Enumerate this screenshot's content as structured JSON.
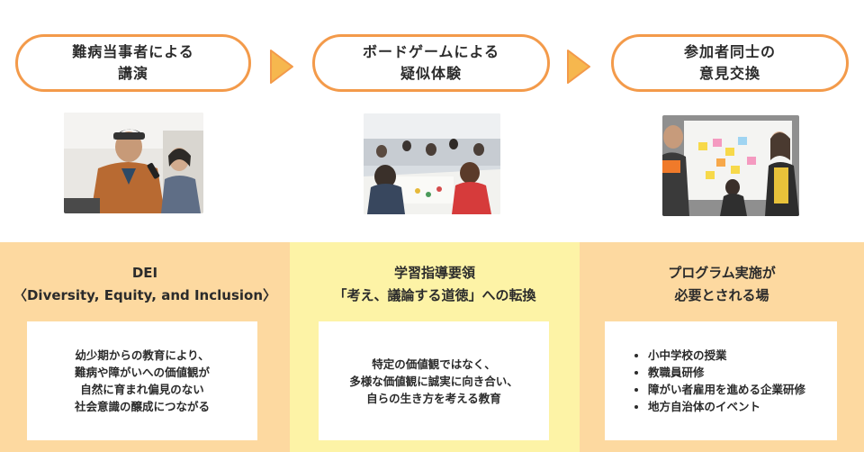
{
  "steps": [
    {
      "line1": "難病当事者による",
      "line2": "講演"
    },
    {
      "line1": "ボードゲームによる",
      "line2": "疑似体験"
    },
    {
      "line1": "参加者同士の",
      "line2": "意見交換"
    }
  ],
  "columns": [
    {
      "title_line1": "DEI",
      "title_line2": "〈Diversity, Equity, and Inclusion〉",
      "body": [
        "幼少期からの教育により、",
        "難病や障がいへの価値観が",
        "自然に育まれ偏見のない",
        "社会意識の醸成につながる"
      ],
      "bg": "#fdd9a0"
    },
    {
      "title_line1": "学習指導要領",
      "title_line2": "「考え、議論する道徳」への転換",
      "body": [
        "特定の価値観ではなく、",
        "多様な価値観に誠実に向き合い、",
        "自らの生き方を考える教育"
      ],
      "bg": "#fdf3a6"
    },
    {
      "title_line1": "プログラム実施が",
      "title_line2": "必要とされる場",
      "list": [
        "小中学校の授業",
        "教職員研修",
        "障がい者雇用を進める企業研修",
        "地方自治体のイベント"
      ],
      "bg": "#fdd9a0"
    }
  ],
  "colors": {
    "accent": "#f39a4a",
    "arrow_fill": "#f6b74e"
  }
}
